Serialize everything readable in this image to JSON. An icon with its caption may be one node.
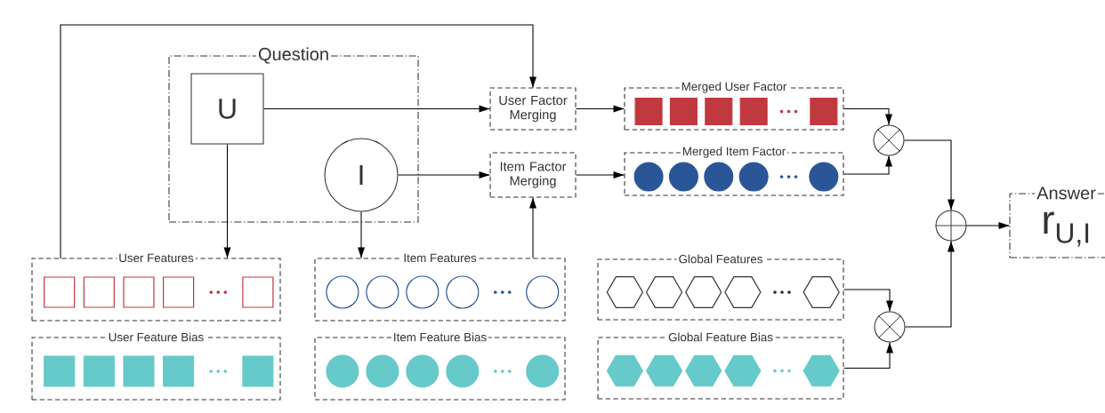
{
  "diagram": {
    "nodes": [
      {
        "text": [
          "Question"
        ]
      },
      {
        "text": [
          "U"
        ],
        "in": 0
      },
      {
        "text": [
          "I"
        ],
        "in": 0
      },
      {
        "text": [
          "User Factor Merging"
        ]
      },
      {
        "text": [
          "Item Factor Merging"
        ]
      },
      {
        "text": [
          "Merged User Factor"
        ]
      },
      {
        "text": [
          "Merged Item Factor"
        ]
      },
      {
        "text": [],
        "shape": "circle"
      },
      {
        "text": [],
        "shape": "circle"
      },
      {
        "text": [
          "Answer",
          "r$_{U,I}$"
        ]
      },
      {
        "text": [
          "User Features"
        ]
      },
      {
        "text": [
          "User Feature Bias"
        ]
      },
      {
        "text": [
          "Item Features"
        ]
      },
      {
        "text": [
          "Item Feature Bias"
        ]
      },
      {
        "text": [
          "Global Features"
        ]
      },
      {
        "text": [
          "Global Feature Bias"
        ]
      },
      {
        "text": [],
        "shape": "circle"
      }
    ],
    "edges": [
      {
        "from": 1,
        "to": 3,
        "arrow": "to"
      },
      {
        "from": 2,
        "to": 4,
        "arrow": "to"
      },
      {
        "from": 3,
        "to": 5,
        "arrow": "to"
      },
      {
        "from": 4,
        "to": 6,
        "arrow": "to"
      },
      {
        "from": 5,
        "to": 7,
        "arrow": "to"
      },
      {
        "from": 6,
        "to": 7,
        "arrow": "to"
      },
      {
        "from": 7,
        "to": 8,
        "arrow": "to"
      },
      {
        "from": 8,
        "to": 9,
        "arrow": "to"
      },
      {
        "from": 14,
        "to": 16,
        "arrow": "to"
      },
      {
        "from": 15,
        "to": 16,
        "arrow": "to"
      },
      {
        "from": 16,
        "to": 8,
        "arrow": "to"
      },
      {
        "from": 1,
        "to": 10,
        "arrow": "to"
      },
      {
        "from": 2,
        "to": 12,
        "arrow": "to"
      },
      {
        "from": 12,
        "to": 4,
        "arrow": "to"
      },
      {
        "from": 10,
        "to": 3,
        "arrow": "to"
      }
    ]
  }
}
